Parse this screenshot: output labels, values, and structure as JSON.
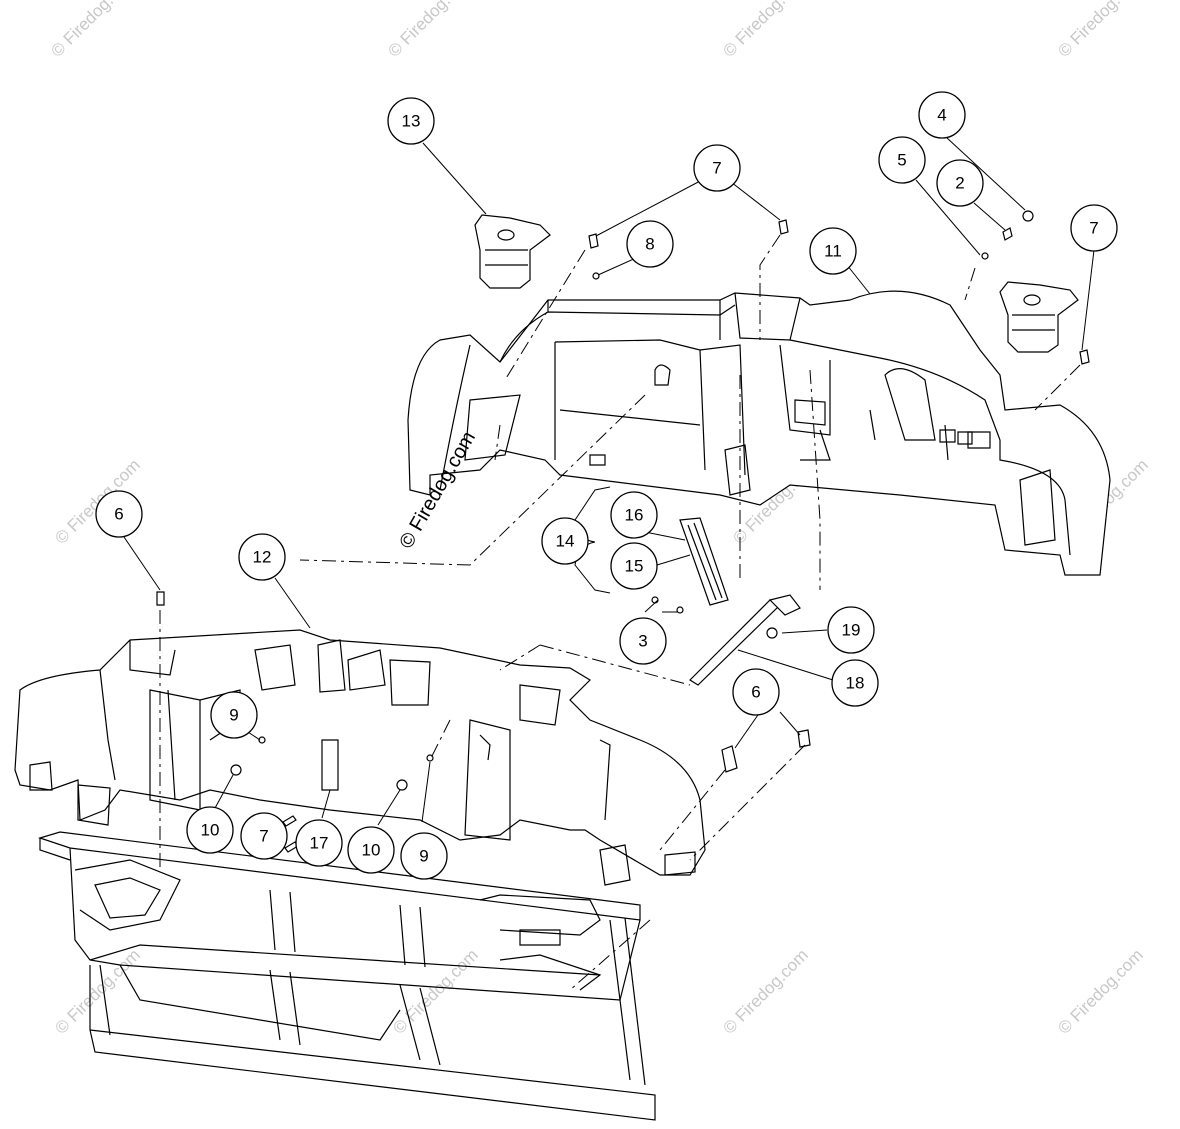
{
  "watermark": "© Firedog.com",
  "watermark_main": "© Firedog.com",
  "callouts": {
    "c13": "13",
    "c7a": "7",
    "c8": "8",
    "c11": "11",
    "c4": "4",
    "c5": "5",
    "c2": "2",
    "c7b": "7",
    "c6a": "6",
    "c12": "12",
    "c16": "16",
    "c14": "14",
    "c15": "15",
    "c3": "3",
    "c19": "19",
    "c18": "18",
    "c6b": "6",
    "c9a": "9",
    "c10a": "10",
    "c7c": "7",
    "c17": "17",
    "c10b": "10",
    "c9b": "9"
  }
}
